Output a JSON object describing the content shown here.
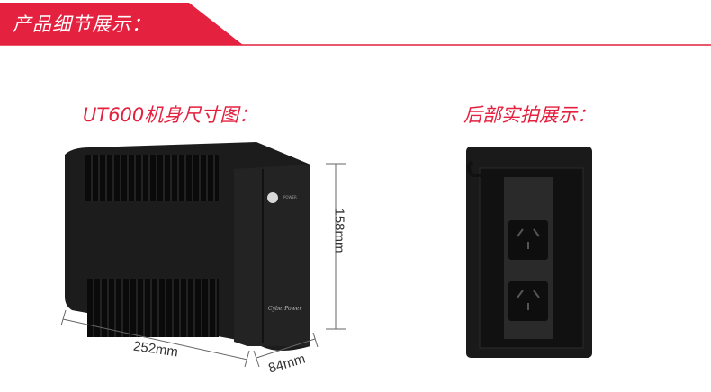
{
  "header": {
    "title": "产品细节展示：",
    "accent_color": "#e4213f"
  },
  "left_section": {
    "title": "UT600机身尺寸图：",
    "brand": "CyberPower",
    "power_label": "POWER",
    "dimensions": {
      "width": "252mm",
      "depth": "84mm",
      "height": "158mm"
    }
  },
  "right_section": {
    "title": "后部实拍展示："
  }
}
